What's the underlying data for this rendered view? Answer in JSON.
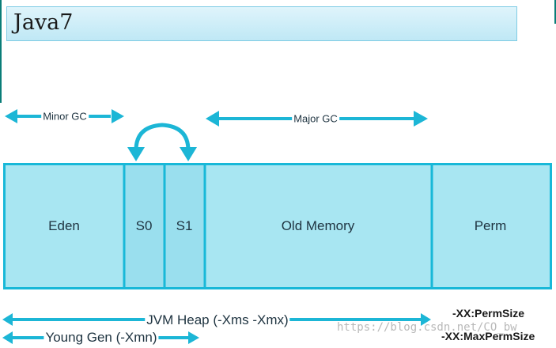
{
  "header": {
    "title": "Java7"
  },
  "regions": [
    {
      "id": "eden",
      "label": "Eden"
    },
    {
      "id": "s0",
      "label": "S0"
    },
    {
      "id": "s1",
      "label": "S1"
    },
    {
      "id": "old",
      "label": "Old Memory"
    },
    {
      "id": "perm",
      "label": "Perm"
    }
  ],
  "gc_labels": {
    "minor": "Minor GC",
    "major": "Major GC"
  },
  "heap_labels": {
    "jvm_heap": "JVM Heap (-Xms -Xmx)",
    "young_gen": "Young Gen (-Xmn)"
  },
  "perm_options": {
    "perm_size": "-XX:PermSize",
    "max_perm_size": "-XX:MaxPermSize"
  },
  "watermark": "https://blog.csdn.net/CO_bw",
  "colors": {
    "fill": "#a8e6f2",
    "stroke": "#18b8d8",
    "title_bg": "#cdeef7"
  }
}
